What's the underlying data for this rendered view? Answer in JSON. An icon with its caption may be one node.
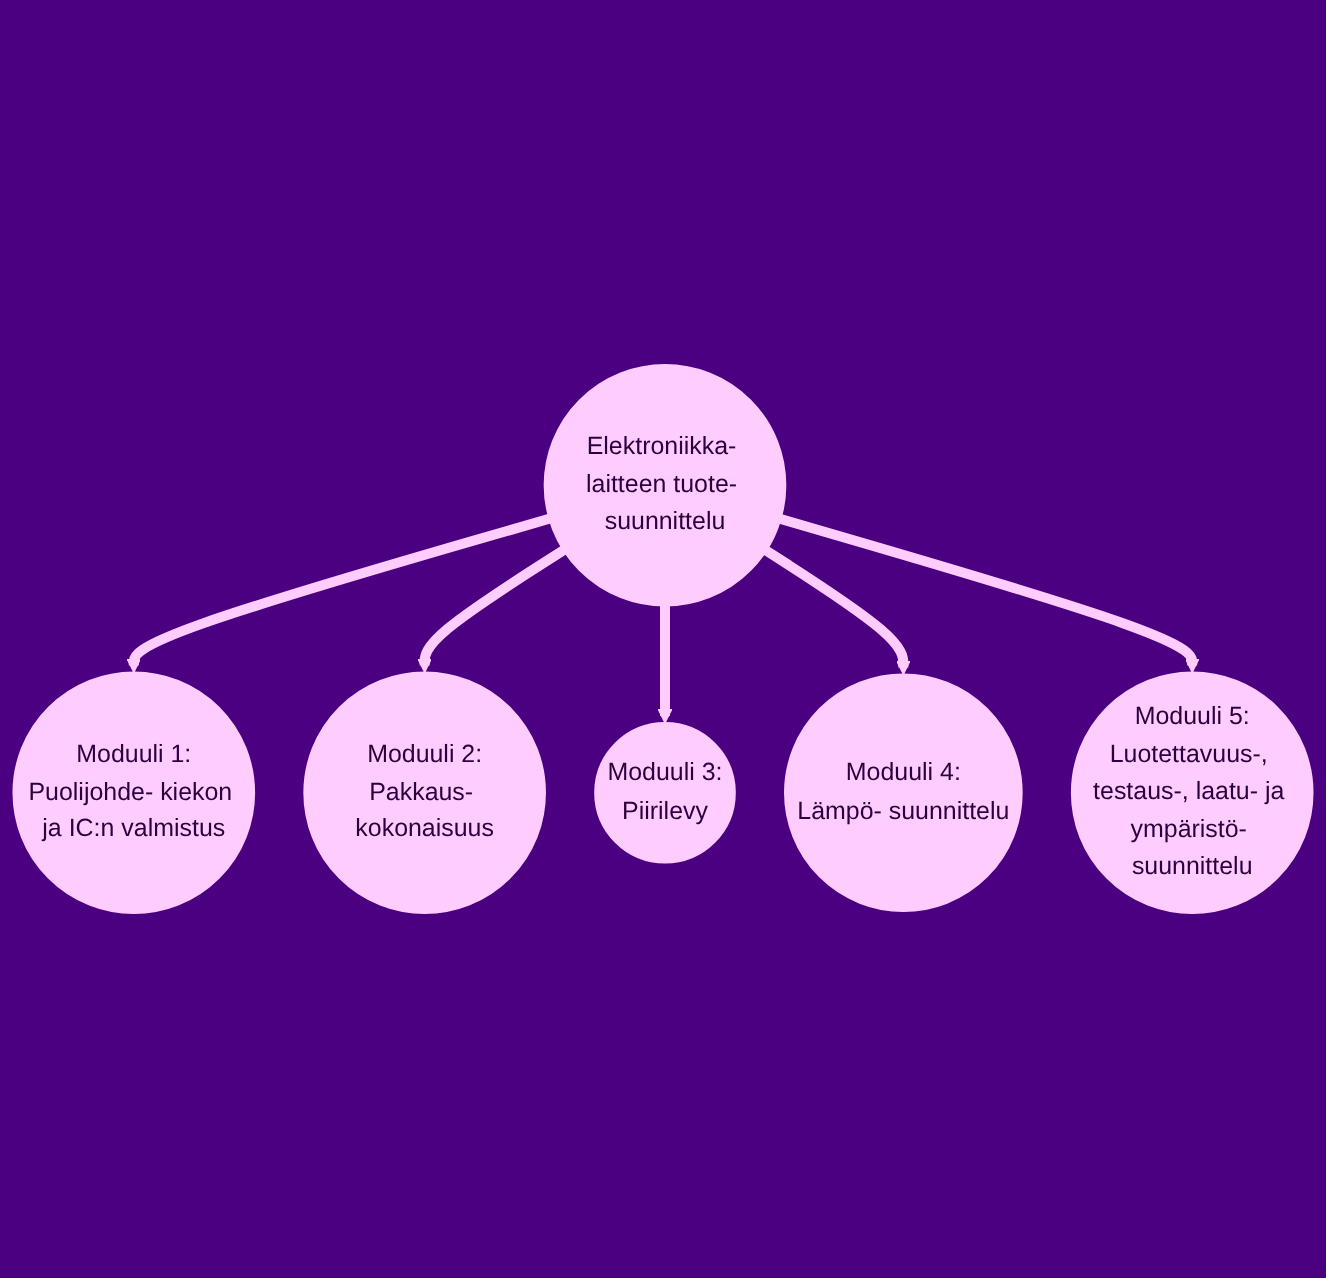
{
  "diagram": {
    "nodes": [
      {
        "text": [
          "Elektroniikka- laitteen tuote- suunnittelu"
        ]
      },
      {
        "text": [
          "Moduuli 1:",
          "Puolijohde- kiekon ja IC:n valmistus"
        ]
      },
      {
        "text": [
          "Moduuli 2:",
          "Pakkaus- kokonaisuus"
        ]
      },
      {
        "text": [
          "Moduuli 3:",
          "Piirilevy"
        ]
      },
      {
        "text": [
          "Moduuli 4:",
          "Lämpö- suunnittelu"
        ]
      },
      {
        "text": [
          "Moduuli 5:",
          "Luotettavuus-, testaus-, laatu- ja ympäristö- suunnittelu"
        ]
      }
    ],
    "edges": [
      {
        "from": 0,
        "to": 1,
        "arrow": "to"
      },
      {
        "from": 0,
        "to": 2,
        "arrow": "to"
      },
      {
        "from": 0,
        "to": 3,
        "arrow": "to"
      },
      {
        "from": 0,
        "to": 4,
        "arrow": "to"
      },
      {
        "from": 0,
        "to": 5,
        "arrow": "to"
      }
    ]
  }
}
